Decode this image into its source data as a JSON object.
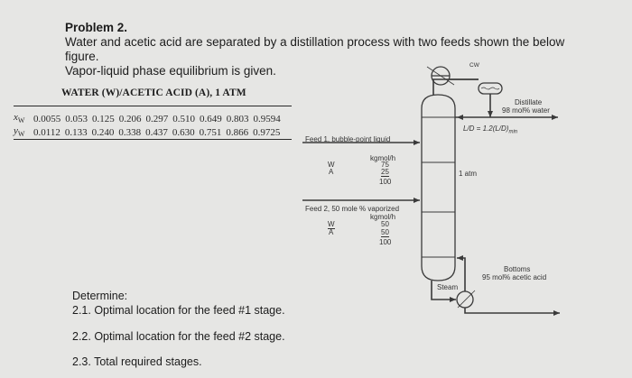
{
  "problem": {
    "title": "Problem 2.",
    "description": "Water and acetic acid are separated by a distillation process with two feeds shown the below figure.",
    "vle_note": "Vapor-liquid phase equilibrium is given."
  },
  "vle_table": {
    "title": "WATER (W)/ACETIC ACID (A), 1 ATM",
    "rows": [
      {
        "label": "x",
        "sub": "W",
        "values": [
          "0.0055",
          "0.053",
          "0.125",
          "0.206",
          "0.297",
          "0.510",
          "0.649",
          "0.803",
          "0.9594"
        ]
      },
      {
        "label": "y",
        "sub": "W",
        "values": [
          "0.0112",
          "0.133",
          "0.240",
          "0.338",
          "0.437",
          "0.630",
          "0.751",
          "0.866",
          "0.9725"
        ]
      }
    ]
  },
  "diagram": {
    "cw_label": "CW",
    "distillate_label": "Distillate",
    "distillate_spec": "98 mol% water",
    "reflux_ratio": "L/D = 1.2(L/D)",
    "reflux_ratio_sub": "min",
    "pressure": "1 atm",
    "steam_label": "Steam",
    "bottoms_label": "Bottoms",
    "bottoms_spec": "95 mol% acetic acid",
    "feed1": {
      "title": "Feed 1, bubble-point liquid",
      "unit": "kgmol/h",
      "components": [
        {
          "name": "W",
          "flow": "75"
        },
        {
          "name": "A",
          "flow": "25"
        }
      ],
      "total": "100"
    },
    "feed2": {
      "title": "Feed 2, 50 mole % vaporized",
      "unit": "kgmol/h",
      "components": [
        {
          "name": "W",
          "flow": "50"
        },
        {
          "name": "A",
          "flow": "50"
        }
      ],
      "total": "100"
    }
  },
  "questions": {
    "intro": "Determine:",
    "items": [
      "2.1. Optimal location for the feed #1 stage.",
      "2.2. Optimal location for the feed #2 stage.",
      "2.3. Total required stages."
    ]
  }
}
